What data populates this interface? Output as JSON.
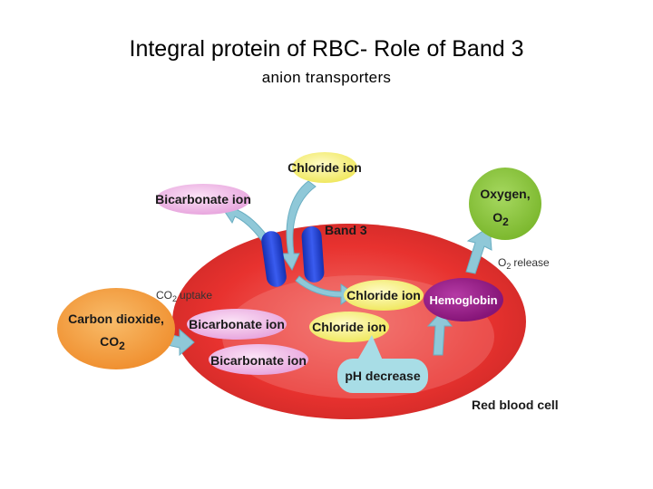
{
  "title": "Integral protein of RBC- Role of Band 3",
  "subtitle": "anion transporters",
  "labels": {
    "chloride_ion_top": "Chloride ion",
    "bicarbonate_ion_top": "Bicarbonate ion",
    "band3": "Band 3",
    "oxygen_line1": "Oxygen,",
    "oxygen_line2": "O",
    "oxygen_sub": "2",
    "o2_release_o": "O",
    "o2_release_sub": "2",
    "o2_release_text": "release",
    "co2_uptake_co": "CO",
    "co2_uptake_sub": "2",
    "co2_uptake_text": "uptake",
    "carbon_dioxide_line1": "Carbon dioxide,",
    "carbon_dioxide_line2": "CO",
    "carbon_dioxide_sub": "2",
    "chloride_ion_inner1": "Chloride ion",
    "hemoglobin": "Hemoglobin",
    "bicarbonate_ion_inner1": "Bicarbonate ion",
    "chloride_ion_inner2": "Chloride ion",
    "bicarbonate_ion_inner2": "Bicarbonate ion",
    "ph_decrease": "pH decrease",
    "red_blood_cell": "Red blood cell"
  },
  "colors": {
    "cell": "#e8322f",
    "chloride": "#f5f07a",
    "bicarbonate": "#f0b8e8",
    "oxygen": "#8cc63f",
    "carbon_dioxide": "#f5a040",
    "hemoglobin": "#9b1a8a",
    "ph_callout": "#a8dde6",
    "band3": "#1f3fd0",
    "arrow": "#8fc8d8"
  }
}
